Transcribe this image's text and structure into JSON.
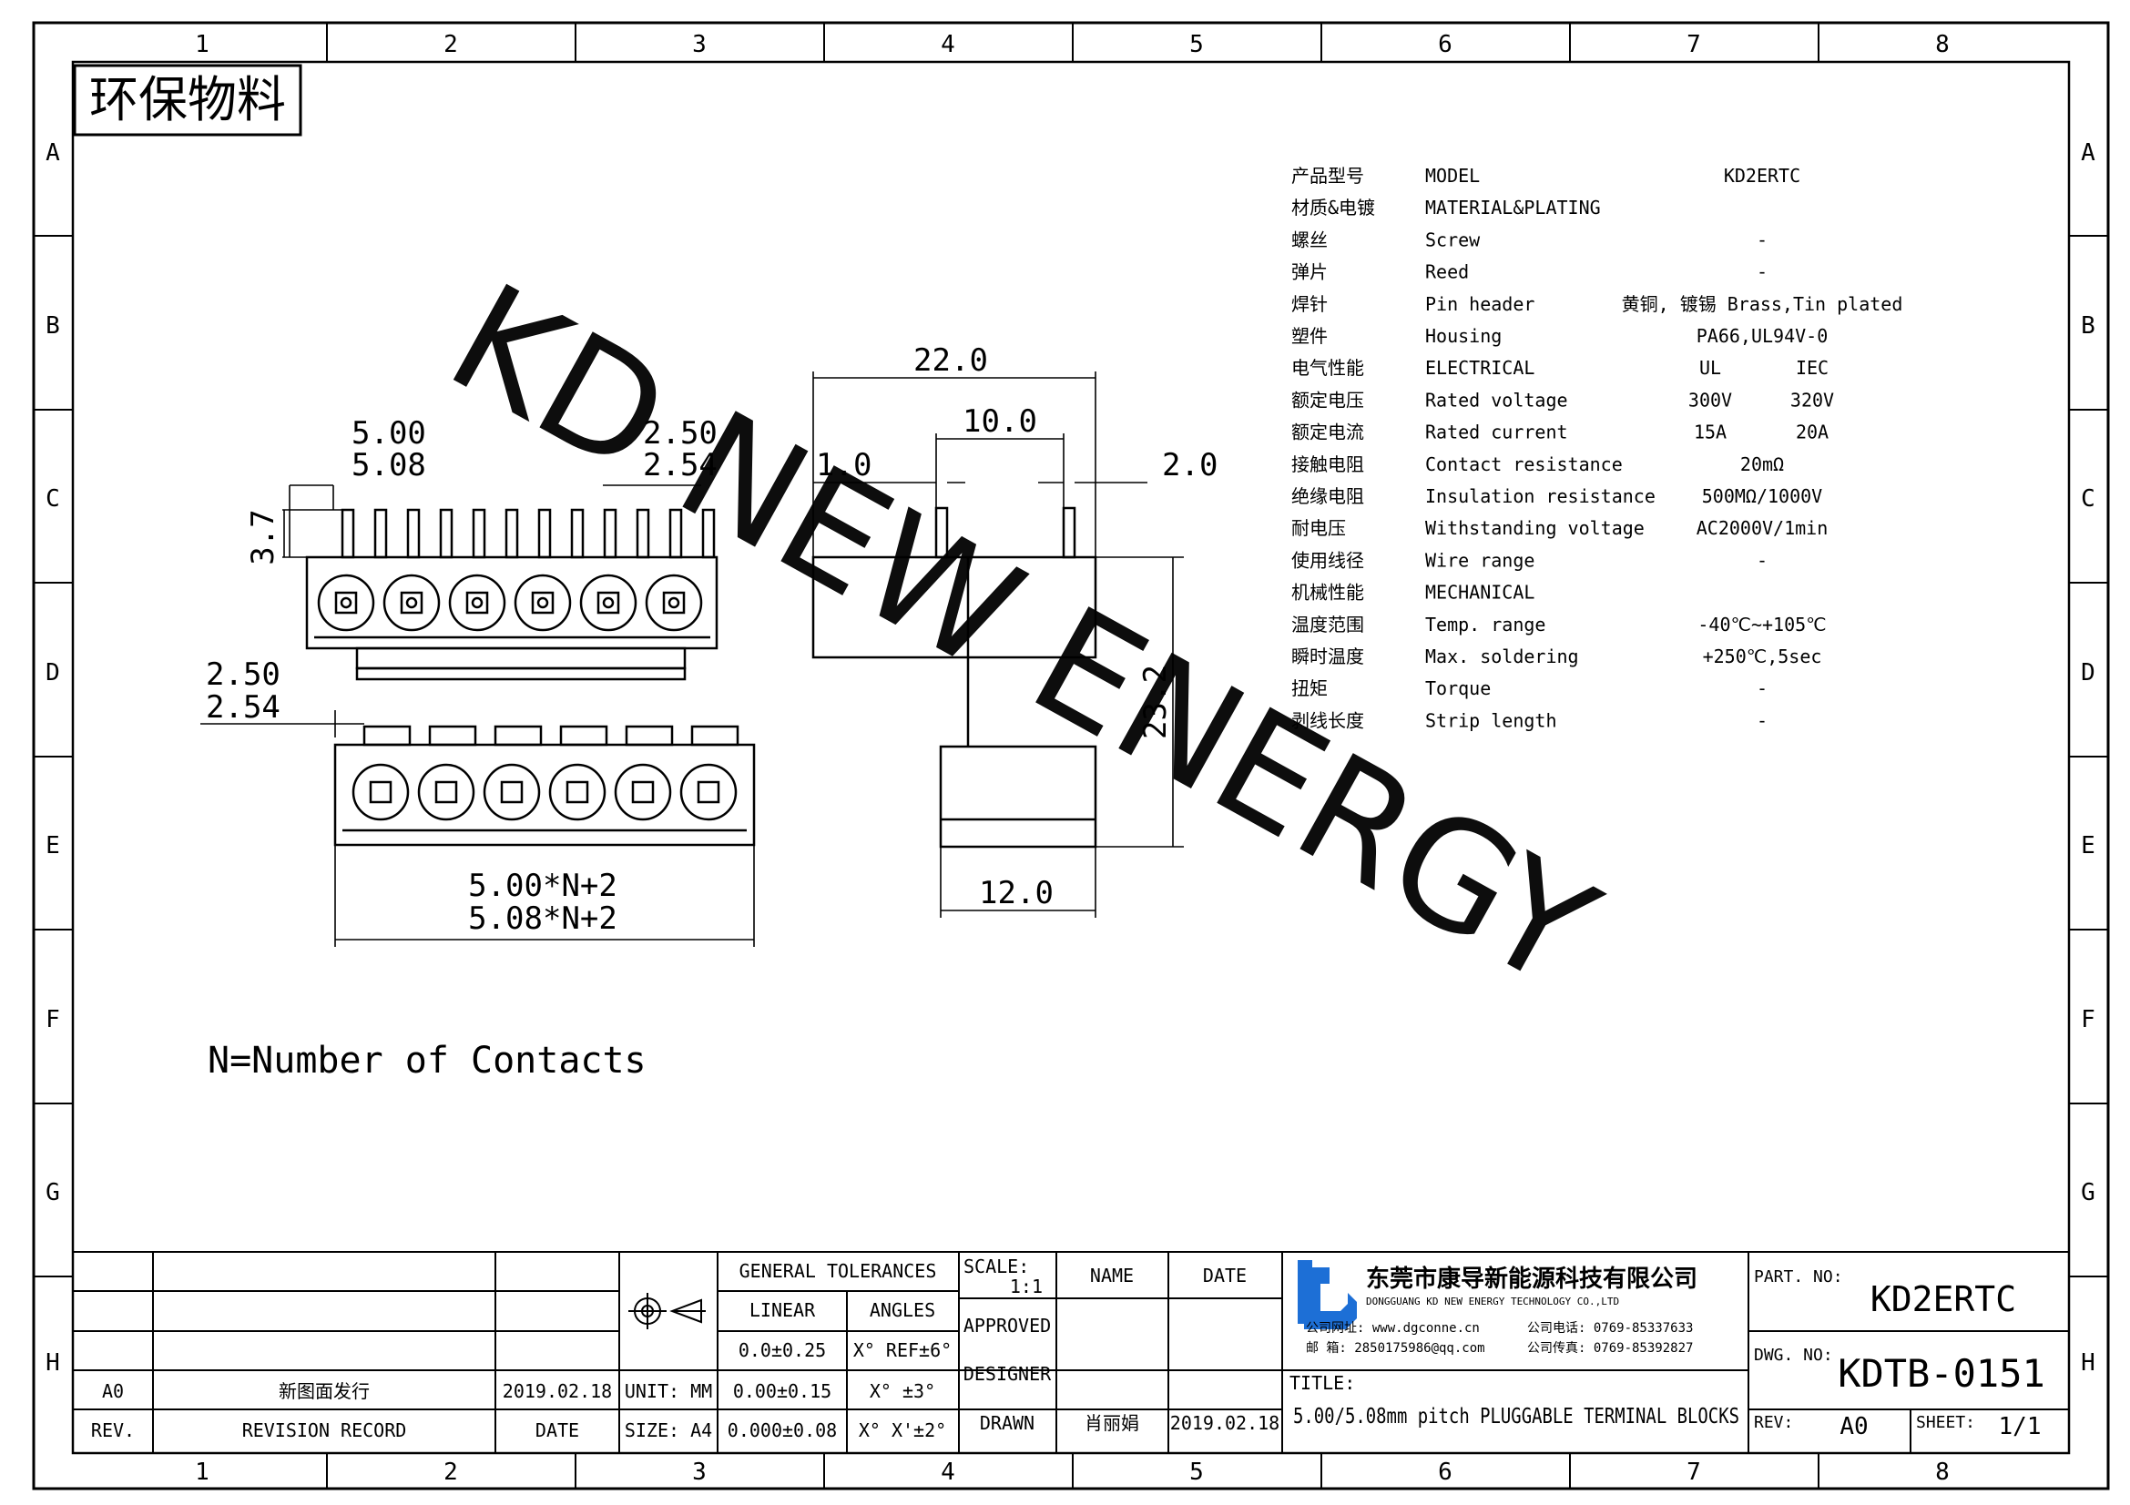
{
  "zone_columns": [
    "1",
    "2",
    "3",
    "4",
    "5",
    "6",
    "7",
    "8"
  ],
  "zone_rows": [
    "A",
    "B",
    "C",
    "D",
    "E",
    "F",
    "G",
    "H"
  ],
  "eco_stamp": "环保物料",
  "watermark": "KD NEW ENERGY",
  "dimensions": {
    "pitch_a": "5.00",
    "pitch_b": "5.08",
    "pin_offset_a": "2.50",
    "pin_offset_b": "2.54",
    "pin_length": "3.7",
    "side_offset_a": "2.50",
    "side_offset_b": "2.54",
    "total_length_a": "5.00*N+2",
    "total_length_b": "5.08*N+2",
    "width": "22.0",
    "inner_width": "10.0",
    "pin_left": "1.0",
    "pin_right": "2.0",
    "height": "23.2",
    "base_width": "12.0"
  },
  "note": "N=Number of Contacts",
  "spec_rows": [
    {
      "cn": "产品型号",
      "en": "MODEL",
      "val1": "KD2ERTC",
      "val2": ""
    },
    {
      "cn": "材质&电镀",
      "en": "MATERIAL&PLATING",
      "val1": "",
      "val2": ""
    },
    {
      "cn": "螺丝",
      "en": "Screw",
      "val1": "-",
      "val2": ""
    },
    {
      "cn": "弹片",
      "en": "Reed",
      "val1": "-",
      "val2": ""
    },
    {
      "cn": "焊针",
      "en": "Pin header",
      "val1": "黄铜, 镀锡 Brass,Tin plated",
      "val2": ""
    },
    {
      "cn": "塑件",
      "en": "Housing",
      "val1": "PA66,UL94V-0",
      "val2": ""
    },
    {
      "cn": "电气性能",
      "en": "ELECTRICAL",
      "val1": "UL",
      "val2": "IEC"
    },
    {
      "cn": "额定电压",
      "en": "Rated voltage",
      "val1": "300V",
      "val2": "320V"
    },
    {
      "cn": "额定电流",
      "en": "Rated current",
      "val1": "15A",
      "val2": "20A"
    },
    {
      "cn": "接触电阻",
      "en": "Contact resistance",
      "val1": "20mΩ",
      "val2": ""
    },
    {
      "cn": "绝缘电阻",
      "en": "Insulation resistance",
      "val1": "500MΩ/1000V",
      "val2": ""
    },
    {
      "cn": "耐电压",
      "en": "Withstanding voltage",
      "val1": "AC2000V/1min",
      "val2": ""
    },
    {
      "cn": "使用线径",
      "en": "Wire range",
      "val1": "-",
      "val2": ""
    },
    {
      "cn": "机械性能",
      "en": "MECHANICAL",
      "val1": "",
      "val2": ""
    },
    {
      "cn": "温度范围",
      "en": "Temp. range",
      "val1": "-40℃~+105℃",
      "val2": ""
    },
    {
      "cn": "瞬时温度",
      "en": "Max. soldering",
      "val1": "+250℃,5sec",
      "val2": ""
    },
    {
      "cn": "扭矩",
      "en": "Torque",
      "val1": "-",
      "val2": ""
    },
    {
      "cn": "剥线长度",
      "en": "Strip length",
      "val1": "-",
      "val2": ""
    }
  ],
  "title_block": {
    "rev_code": "A0",
    "rev_desc": "新图面发行",
    "rev_date": "2019.02.18",
    "hdr_rev": "REV.",
    "hdr_record": "REVISION RECORD",
    "hdr_date": "DATE",
    "unit": "UNIT: MM",
    "size": "SIZE: A4",
    "tol_title": "GENERAL TOLERANCES",
    "tol_linear": "LINEAR",
    "tol_angles": "ANGLES",
    "tol_l1": "0.0±0.25",
    "tol_l2": "0.00±0.15",
    "tol_l3": "0.000±0.08",
    "tol_a1": "X° REF±6°",
    "tol_a2": "X° ±3°",
    "tol_a3": "X° X'±2°",
    "scale_label": "SCALE:",
    "scale_value": "1:1",
    "name_hdr": "NAME",
    "date_hdr": "DATE",
    "approved": "APPROVED",
    "designer": "DESIGNER",
    "drawn": "DRAWN",
    "drawn_name": "肖丽娟",
    "drawn_date": "2019.02.18",
    "company_cn": "东莞市康导新能源科技有限公司",
    "company_en": "DONGGUANG KD NEW ENERGY TECHNOLOGY CO.,LTD",
    "web": "公司网址: www.dgconne.cn",
    "phone": "公司电话: 0769-85337633",
    "email": "邮    箱: 2850175986@qq.com",
    "fax": "公司传真: 0769-85392827",
    "title_label": "TITLE:",
    "title": "5.00/5.08mm pitch PLUGGABLE TERMINAL BLOCKS",
    "part_label": "PART. NO:",
    "part_no": "KD2ERTC",
    "dwg_label": "DWG. NO:",
    "dwg_no": "KDTB-0151",
    "rev_label": "REV:",
    "rev_value": "A0",
    "sheet_label": "SHEET:",
    "sheet_value": "1/1"
  },
  "colors": {
    "watermark": "#5ef0ee",
    "logo_blue": "#1d6fd6",
    "line": "#000000"
  }
}
